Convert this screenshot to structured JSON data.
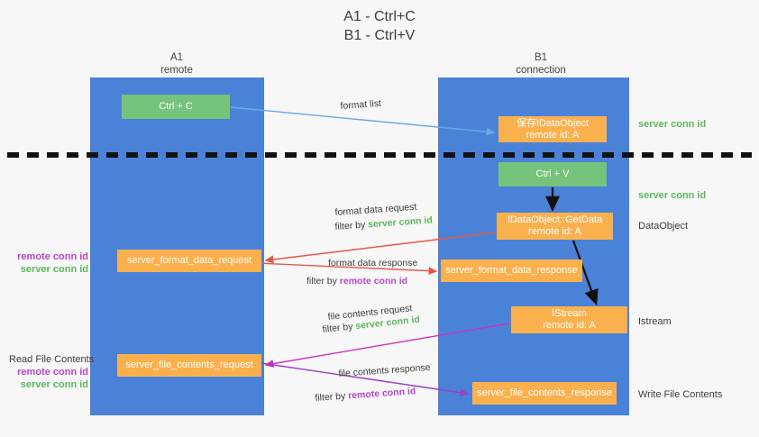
{
  "title": {
    "line1": "A1 - Ctrl+C",
    "line2": "B1 - Ctrl+V"
  },
  "lanes": [
    {
      "id": "a1",
      "name": "A1",
      "sub": "remote",
      "color": "#4a82d8"
    },
    {
      "id": "b1",
      "name": "B1",
      "sub": "connection",
      "color": "#4a82d8"
    }
  ],
  "colors": {
    "lane": "#4a82d8",
    "green_box": "#76c37c",
    "orange_box": "#fbb04e",
    "server_conn_id": "#5cb85c",
    "remote_conn_id": "#bb44cc",
    "arrow_blue": "#6aa8e8",
    "arrow_red": "#e8564a",
    "arrow_magenta": "#cc33bb",
    "arrow_purple": "#9b3fc4",
    "arrow_black": "#111111",
    "background": "#f7f7f7"
  },
  "boxes": {
    "ctrl_c": {
      "label": "Ctrl + C",
      "style": "green"
    },
    "save_idataobject": {
      "line1": "保存IDataObject",
      "line2": "remote id: A",
      "style": "orange"
    },
    "ctrl_v": {
      "label": "Ctrl + V",
      "style": "green"
    },
    "getdata": {
      "line1": "IDataObject::GetData",
      "line2": "remote id: A",
      "style": "orange"
    },
    "istream": {
      "line1": "IStream",
      "line2": "remote id: A",
      "style": "orange"
    },
    "format_data_request": {
      "label": "server_format_data_request",
      "style": "orange"
    },
    "format_data_response": {
      "label": "server_format_data_response",
      "style": "orange"
    },
    "file_contents_request": {
      "label": "server_file_contents_request",
      "style": "orange"
    },
    "file_contents_response": {
      "label": "server_file_contents_response",
      "style": "orange"
    }
  },
  "flows": {
    "format_list": "format list",
    "format_data_request": "format data request",
    "format_data_request_filter_prefix": "filter by ",
    "format_data_request_filter_key": "server conn id",
    "format_data_response": "format data response",
    "format_data_response_filter_prefix": "filter by ",
    "format_data_response_filter_key": "remote conn id",
    "file_contents_request": "file contents request",
    "file_contents_request_filter_prefix": "filter by ",
    "file_contents_request_filter_key": "server conn id",
    "file_contents_response": "file contents response",
    "file_contents_response_filter_prefix": "filter by ",
    "file_contents_response_filter_key": "remote conn id"
  },
  "annotations": {
    "server_conn_id_top": "server conn id",
    "server_conn_id_mid": "server conn id",
    "dataobject": "DataObject",
    "istream": "Istream",
    "write_file_contents": "Write File Contents",
    "read_file_contents": "Read File Contents",
    "left_remote_1": "remote conn id",
    "left_server_1": "server conn id",
    "left_remote_2": "remote conn id",
    "left_server_2": "server conn id"
  }
}
